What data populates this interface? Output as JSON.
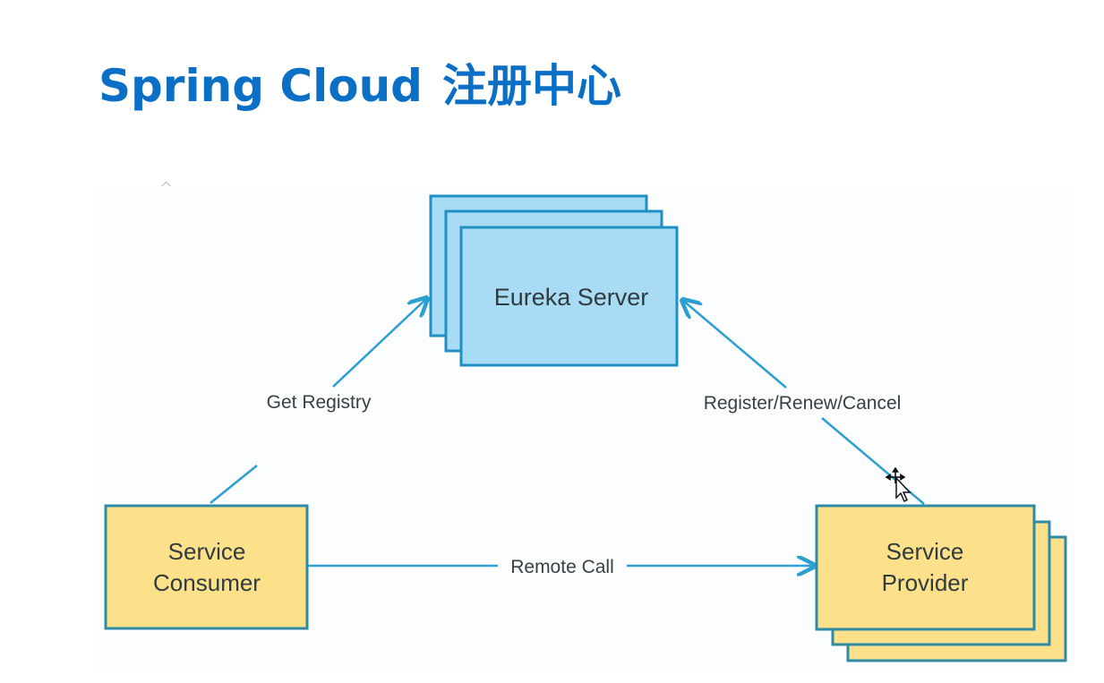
{
  "title": {
    "latin": "Spring Cloud",
    "chinese": "注册中心",
    "color": "#0b6fc6"
  },
  "diagram": {
    "nodes": {
      "eureka": {
        "label": "Eureka Server",
        "stacked_copies": 3,
        "fill": "#a8dcf5",
        "stroke": "#1f8fc4"
      },
      "consumer": {
        "label_line1": "Service",
        "label_line2": "Consumer",
        "stacked_copies": 1,
        "fill": "#fde08a",
        "stroke": "#2e8ba6"
      },
      "provider": {
        "label_line1": "Service",
        "label_line2": "Provider",
        "stacked_copies": 3,
        "fill": "#fde08a",
        "stroke": "#2e8ba6"
      }
    },
    "edges": {
      "get_registry": {
        "label": "Get Registry",
        "from": "Service Consumer",
        "to": "Eureka Server"
      },
      "register": {
        "label": "Register/Renew/Cancel",
        "from": "Service Provider",
        "to": "Eureka Server"
      },
      "remote_call": {
        "label": "Remote Call",
        "from": "Service Consumer",
        "to": "Service Provider"
      }
    },
    "edge_color": "#2a9fd0"
  },
  "icons": {
    "caret": "^",
    "cursor": "move-cursor"
  }
}
